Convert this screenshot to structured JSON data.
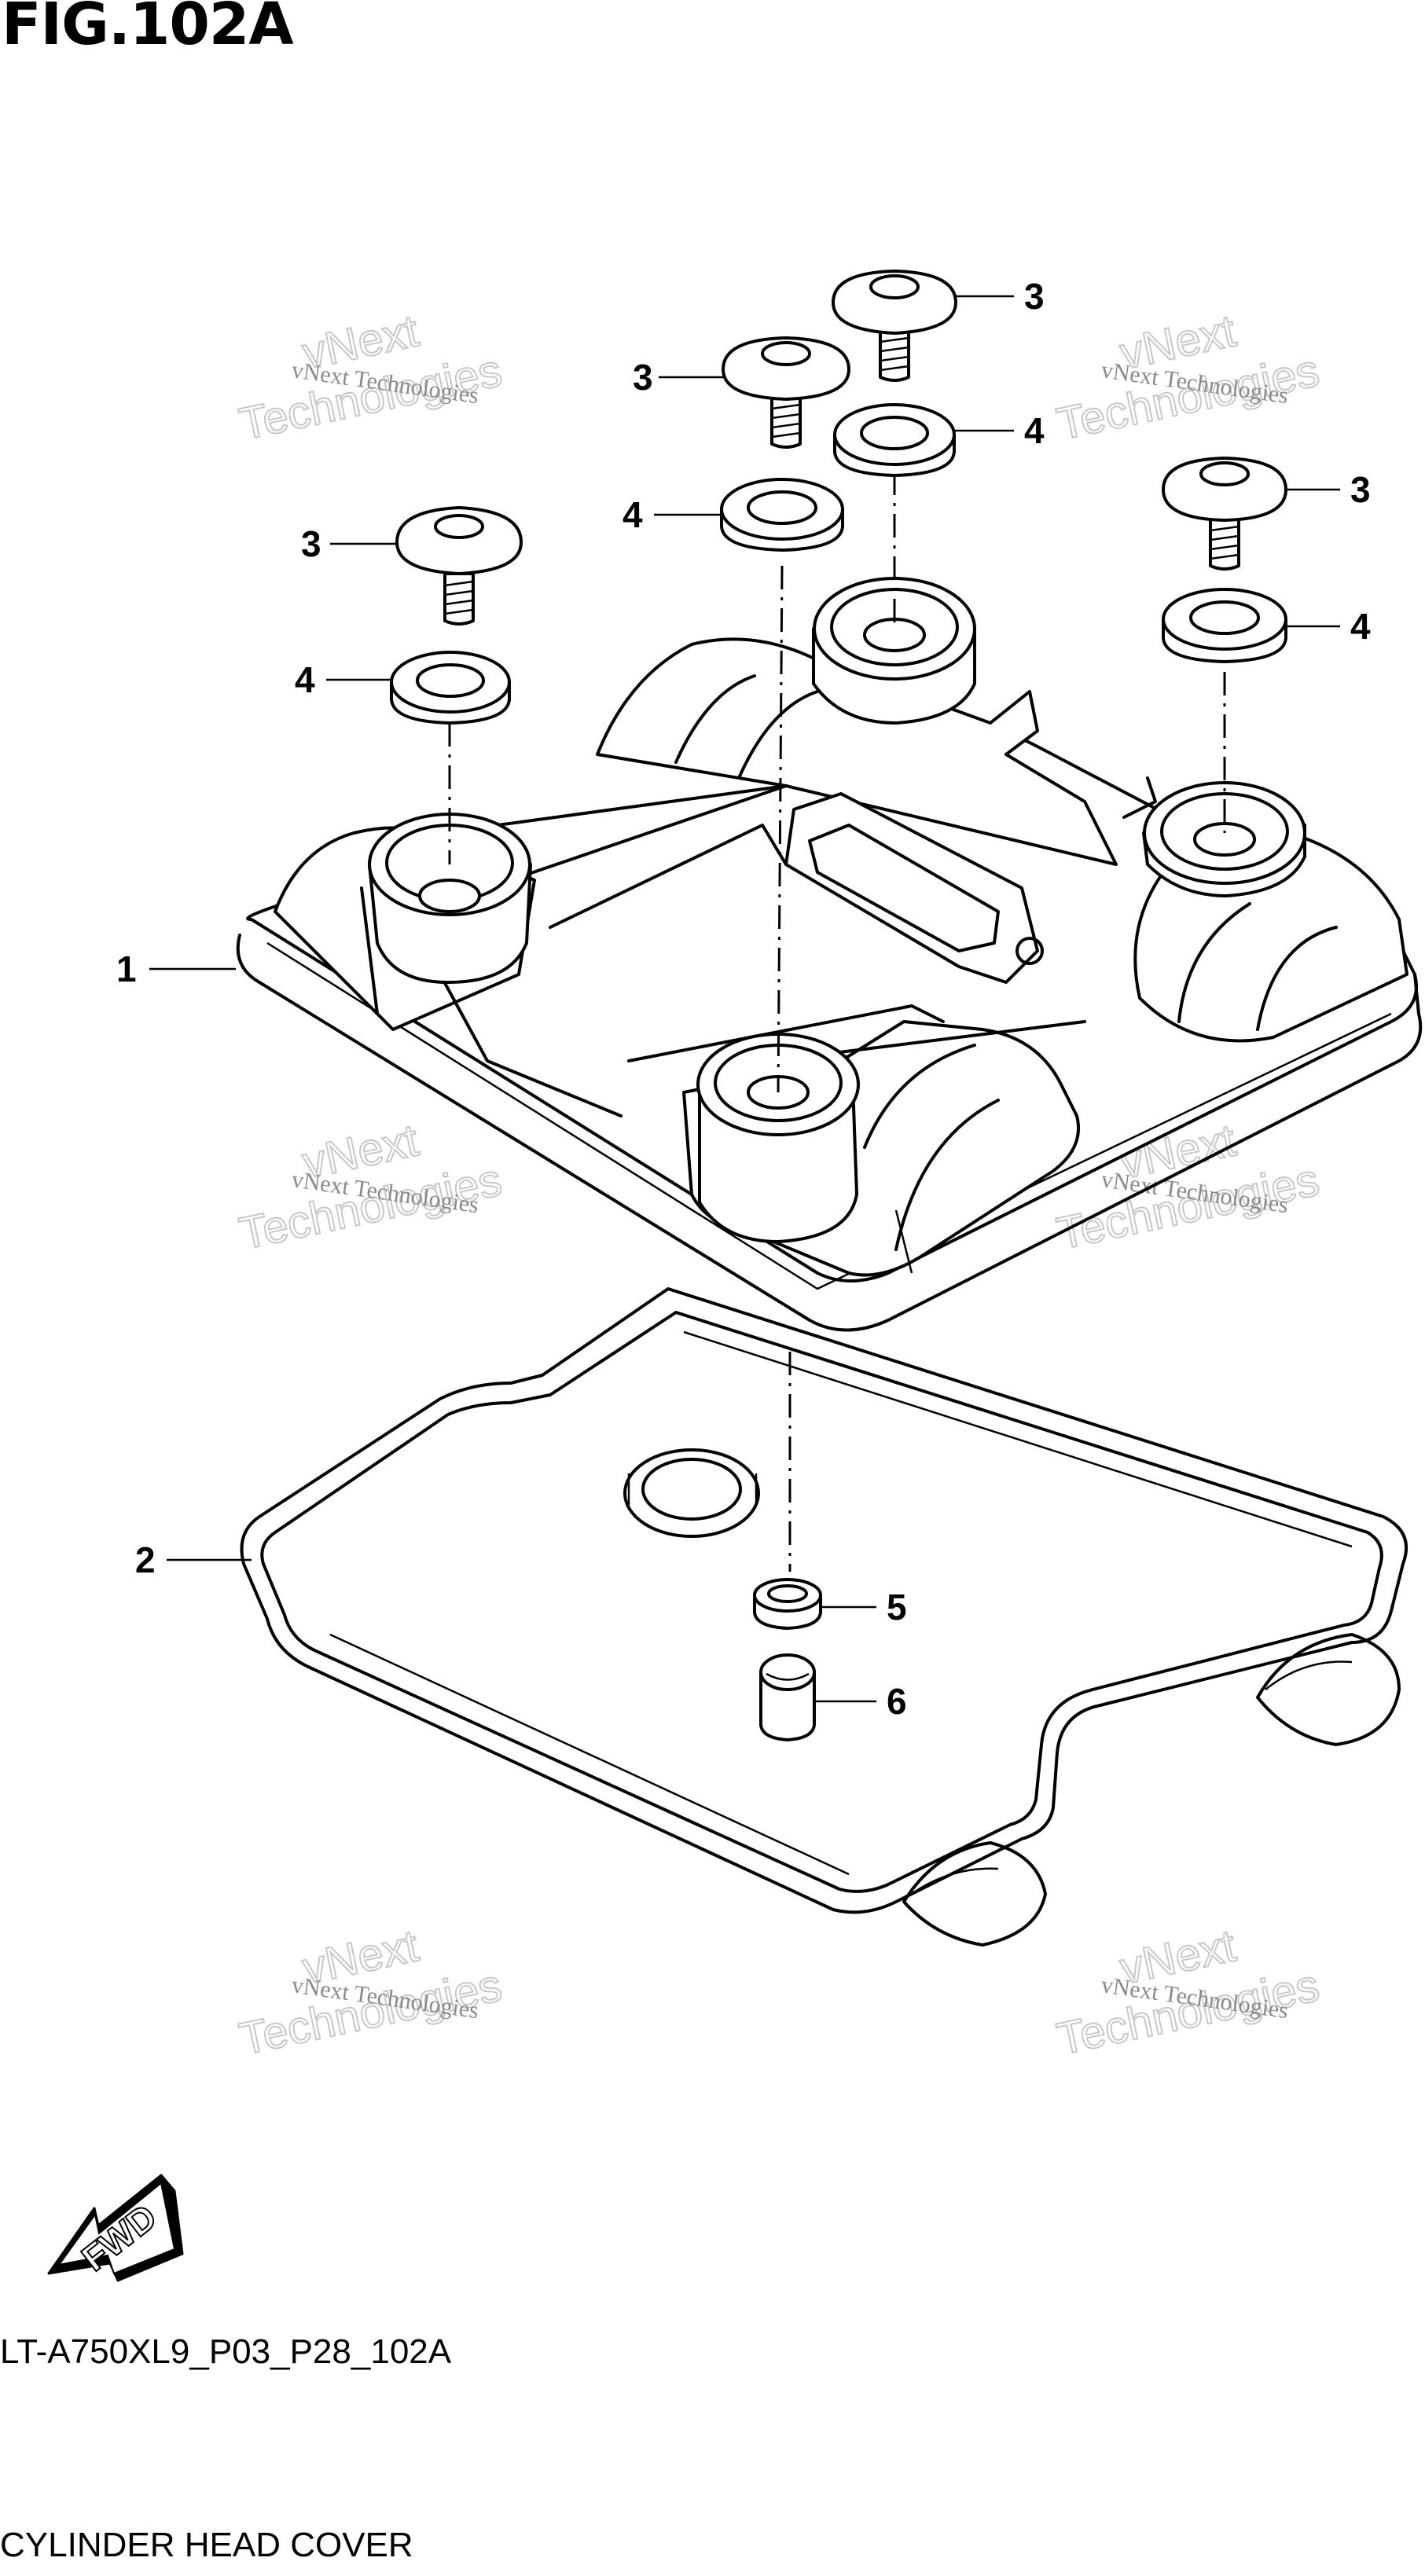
{
  "figure": {
    "title": "FIG.102A",
    "code": "LT-A750XL9_P03_P28_102A",
    "name": "CYLINDER HEAD COVER"
  },
  "callouts": [
    {
      "id": "c1",
      "label": "1"
    },
    {
      "id": "c2",
      "label": "2"
    },
    {
      "id": "c3a",
      "label": "3"
    },
    {
      "id": "c3b",
      "label": "3"
    },
    {
      "id": "c3c",
      "label": "3"
    },
    {
      "id": "c3d",
      "label": "3"
    },
    {
      "id": "c4a",
      "label": "4"
    },
    {
      "id": "c4b",
      "label": "4"
    },
    {
      "id": "c4c",
      "label": "4"
    },
    {
      "id": "c4d",
      "label": "4"
    },
    {
      "id": "c5",
      "label": "5"
    },
    {
      "id": "c6",
      "label": "6"
    }
  ],
  "watermark": {
    "line1": "vNext Technologies",
    "line2": "vNext",
    "line3": "Technologies"
  },
  "direction_arrow": {
    "label": "FWD"
  }
}
